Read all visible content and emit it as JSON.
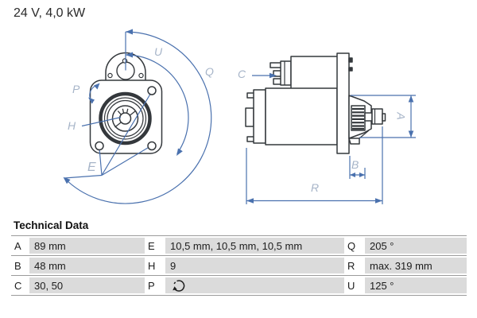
{
  "header": {
    "spec": "24 V, 4,0 kW"
  },
  "diagram": {
    "labels": {
      "u": "U",
      "q": "Q",
      "p": "P",
      "h": "H",
      "e": "E",
      "c": "C",
      "a": "A",
      "b": "B",
      "r": "R"
    }
  },
  "technical_data": {
    "title": "Technical Data",
    "rows": [
      {
        "c1": {
          "k": "A",
          "v": "89 mm"
        },
        "c2": {
          "k": "E",
          "v": "10,5 mm, 10,5 mm, 10,5 mm"
        },
        "c3": {
          "k": "Q",
          "v": "205 °"
        }
      },
      {
        "c1": {
          "k": "B",
          "v": "48 mm"
        },
        "c2": {
          "k": "H",
          "v": "9"
        },
        "c3": {
          "k": "R",
          "v": "max. 319 mm"
        }
      },
      {
        "c1": {
          "k": "C",
          "v": "30, 50"
        },
        "c2": {
          "k": "P",
          "v": "",
          "icon": "rotation-ccw"
        },
        "c3": {
          "k": "U",
          "v": "125 °"
        }
      }
    ]
  },
  "colors": {
    "dimension_blue": "#4a71ae",
    "label_gray": "#a6b4c8",
    "table_cell_gray": "#dbdbdb",
    "rule_gray": "#9b9b9b",
    "line_dark": "#34383c"
  }
}
